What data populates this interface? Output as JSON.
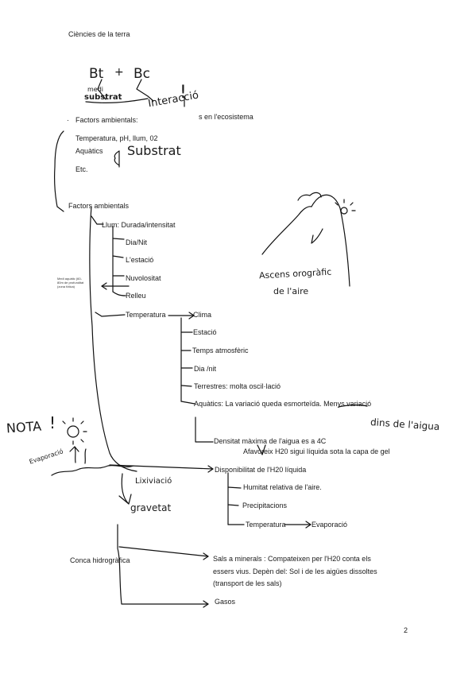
{
  "page": {
    "header": "Ciències de la terra",
    "page_number": "2"
  },
  "intro": {
    "hw_bt": "Bt",
    "hw_plus": "+",
    "hw_bc": "Bc",
    "hw_medi": "medi",
    "hw_substrat": "substrat",
    "hw_interaccio": "Interacció",
    "hw_exclaim": "!",
    "ecosistema_fragment": "s en l'ecosistema"
  },
  "factors_list": {
    "bullet": "·",
    "title": "Factors ambientals:",
    "line1": "Temperatura, pH, llum, 02",
    "line2": "Aquàtics",
    "line3": "Etc.",
    "hw_substrat": "Substrat"
  },
  "tree": {
    "root": "Factors ambientals",
    "llum": "Llum: Durada/intensitat",
    "dia_nit": "Dia/Nit",
    "estacio": "L'estació",
    "nuvolositat": "Nuvolositat",
    "relleu": "Relleu",
    "side_note": "Medi aquàtic (60-80m de profunditat (zona fòtica)",
    "temperatura": "Temperatura",
    "clima": "Clima",
    "t_estacio": "Estació",
    "temps": "Temps atmosfèric",
    "dia_nit2": "Dia /nit",
    "terrestres": "Terrestres: molta oscil·lació",
    "aquatics": "Aquàtics: La variació queda esmorteïda. Menys variació",
    "hw_dins": "dins de l'aigua",
    "densitat": "Densitat màxima de l'aigua es a 4C",
    "afavoreix": "Afavoreix H20 sigui líquida sota la capa de gel",
    "disponibilitat": "Disponibilitat de l'H20 líquida",
    "humitat": "Humitat relativa de l'aire.",
    "precipitacions": "Precipitacions",
    "temp2": "Temperatura",
    "evaporacio": "Evaporació",
    "hw_lixiviacio": "Lixiviació",
    "hw_gravetat": "gravetat",
    "hw_nota": "NOTA",
    "hw_nota_exclaim": "!",
    "hw_evaporacio": "Evaporació",
    "hw_ascens": "Ascens orogràfic",
    "hw_aire": "de l'aire"
  },
  "conca": {
    "label": "Conca hidrogràfica",
    "sals_line1": "Sals a minerals : Compateixen per l'H20 conta els",
    "sals_line2": "essers vius. Depèn del:  Sol i de les aigües dissoltes",
    "sals_line3": "(transport de les sals)",
    "gasos": "Gasos"
  }
}
